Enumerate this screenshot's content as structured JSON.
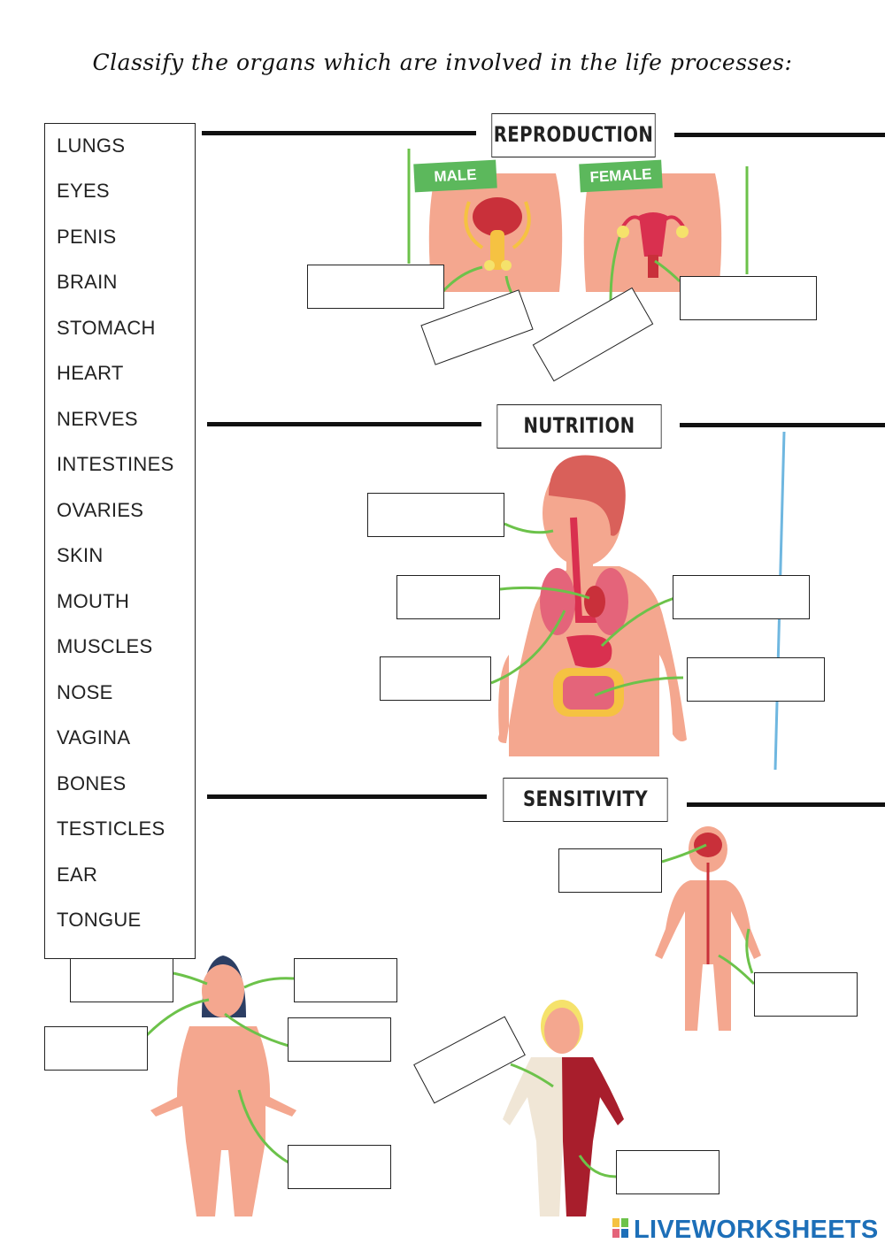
{
  "instruction": "Classify the organs which are involved in the life processes:",
  "word_bank": [
    "LUNGS",
    "EYES",
    "PENIS",
    "BRAIN",
    "STOMACH",
    "HEART",
    "NERVES",
    "INTESTINES",
    "OVARIES",
    "SKIN",
    "MOUTH",
    "MUSCLES",
    "NOSE",
    "VAGINA",
    "BONES",
    "TESTICLES",
    "EAR",
    "TONGUE"
  ],
  "sections": {
    "reproduction": {
      "title": "REPRODUCTION",
      "male_label": "MALE",
      "female_label": "FEMALE"
    },
    "nutrition": {
      "title": "NUTRITION"
    },
    "sensitivity": {
      "title": "SENSITIVITY"
    }
  },
  "footer": {
    "brand": "LIVEWORKSHEETS"
  },
  "colors": {
    "skin": "#f4a78f",
    "arrow": "#6cc24a",
    "organ": "#d9304f",
    "label_green": "#5cb85c",
    "brand_blue": "#1d6fb8"
  }
}
